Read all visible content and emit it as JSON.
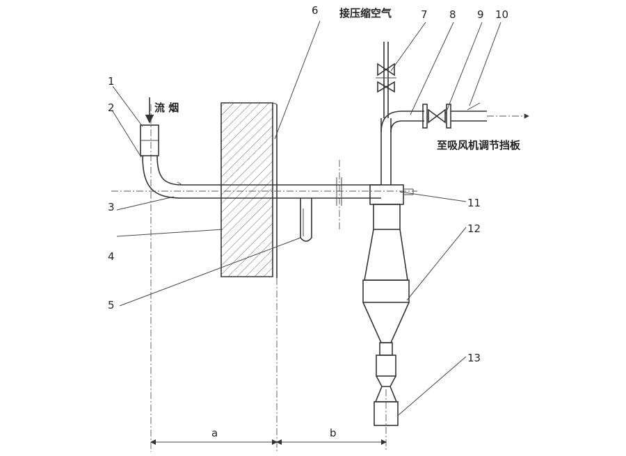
{
  "annotations": {
    "top_inlet": "接压缩空气",
    "flue_gas": "流 烟",
    "to_damper": "至吸风机调节挡板"
  },
  "part_numbers": [
    "1",
    "2",
    "3",
    "4",
    "5",
    "6",
    "7",
    "8",
    "9",
    "10",
    "11",
    "12",
    "13"
  ],
  "dimensions": {
    "a": "a",
    "b": "b"
  }
}
